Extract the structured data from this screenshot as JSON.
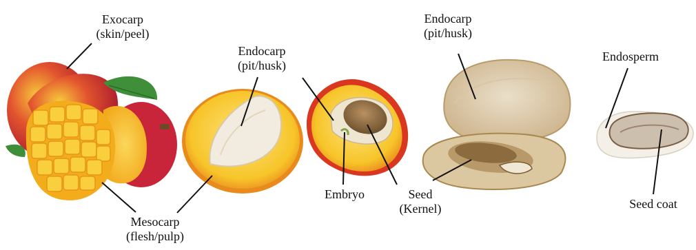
{
  "labels": {
    "exocarp": {
      "line1": "Exocarp",
      "line2": "(skin/peel)"
    },
    "mesocarp": {
      "line1": "Mesocarp",
      "line2": "(flesh/pulp)"
    },
    "endocarp_a": {
      "line1": "Endocarp",
      "line2": "(pit/husk)"
    },
    "endocarp_b": {
      "line1": "Endocarp",
      "line2": "(pit/husk)"
    },
    "embryo": "Embryo",
    "seed": {
      "line1": "Seed",
      "line2": "(Kernel)"
    },
    "endosperm": "Endosperm",
    "seed_coat": "Seed coat"
  },
  "colors": {
    "mango_red": "#c8243a",
    "mango_yellow": "#f6c51e",
    "mango_orange": "#f29a1a",
    "leaf_green": "#3f8f3a",
    "pit_beige": "#e8dcc4",
    "kernel_brown": "#8a6a3e",
    "endosperm_white": "#f4f0e8"
  }
}
